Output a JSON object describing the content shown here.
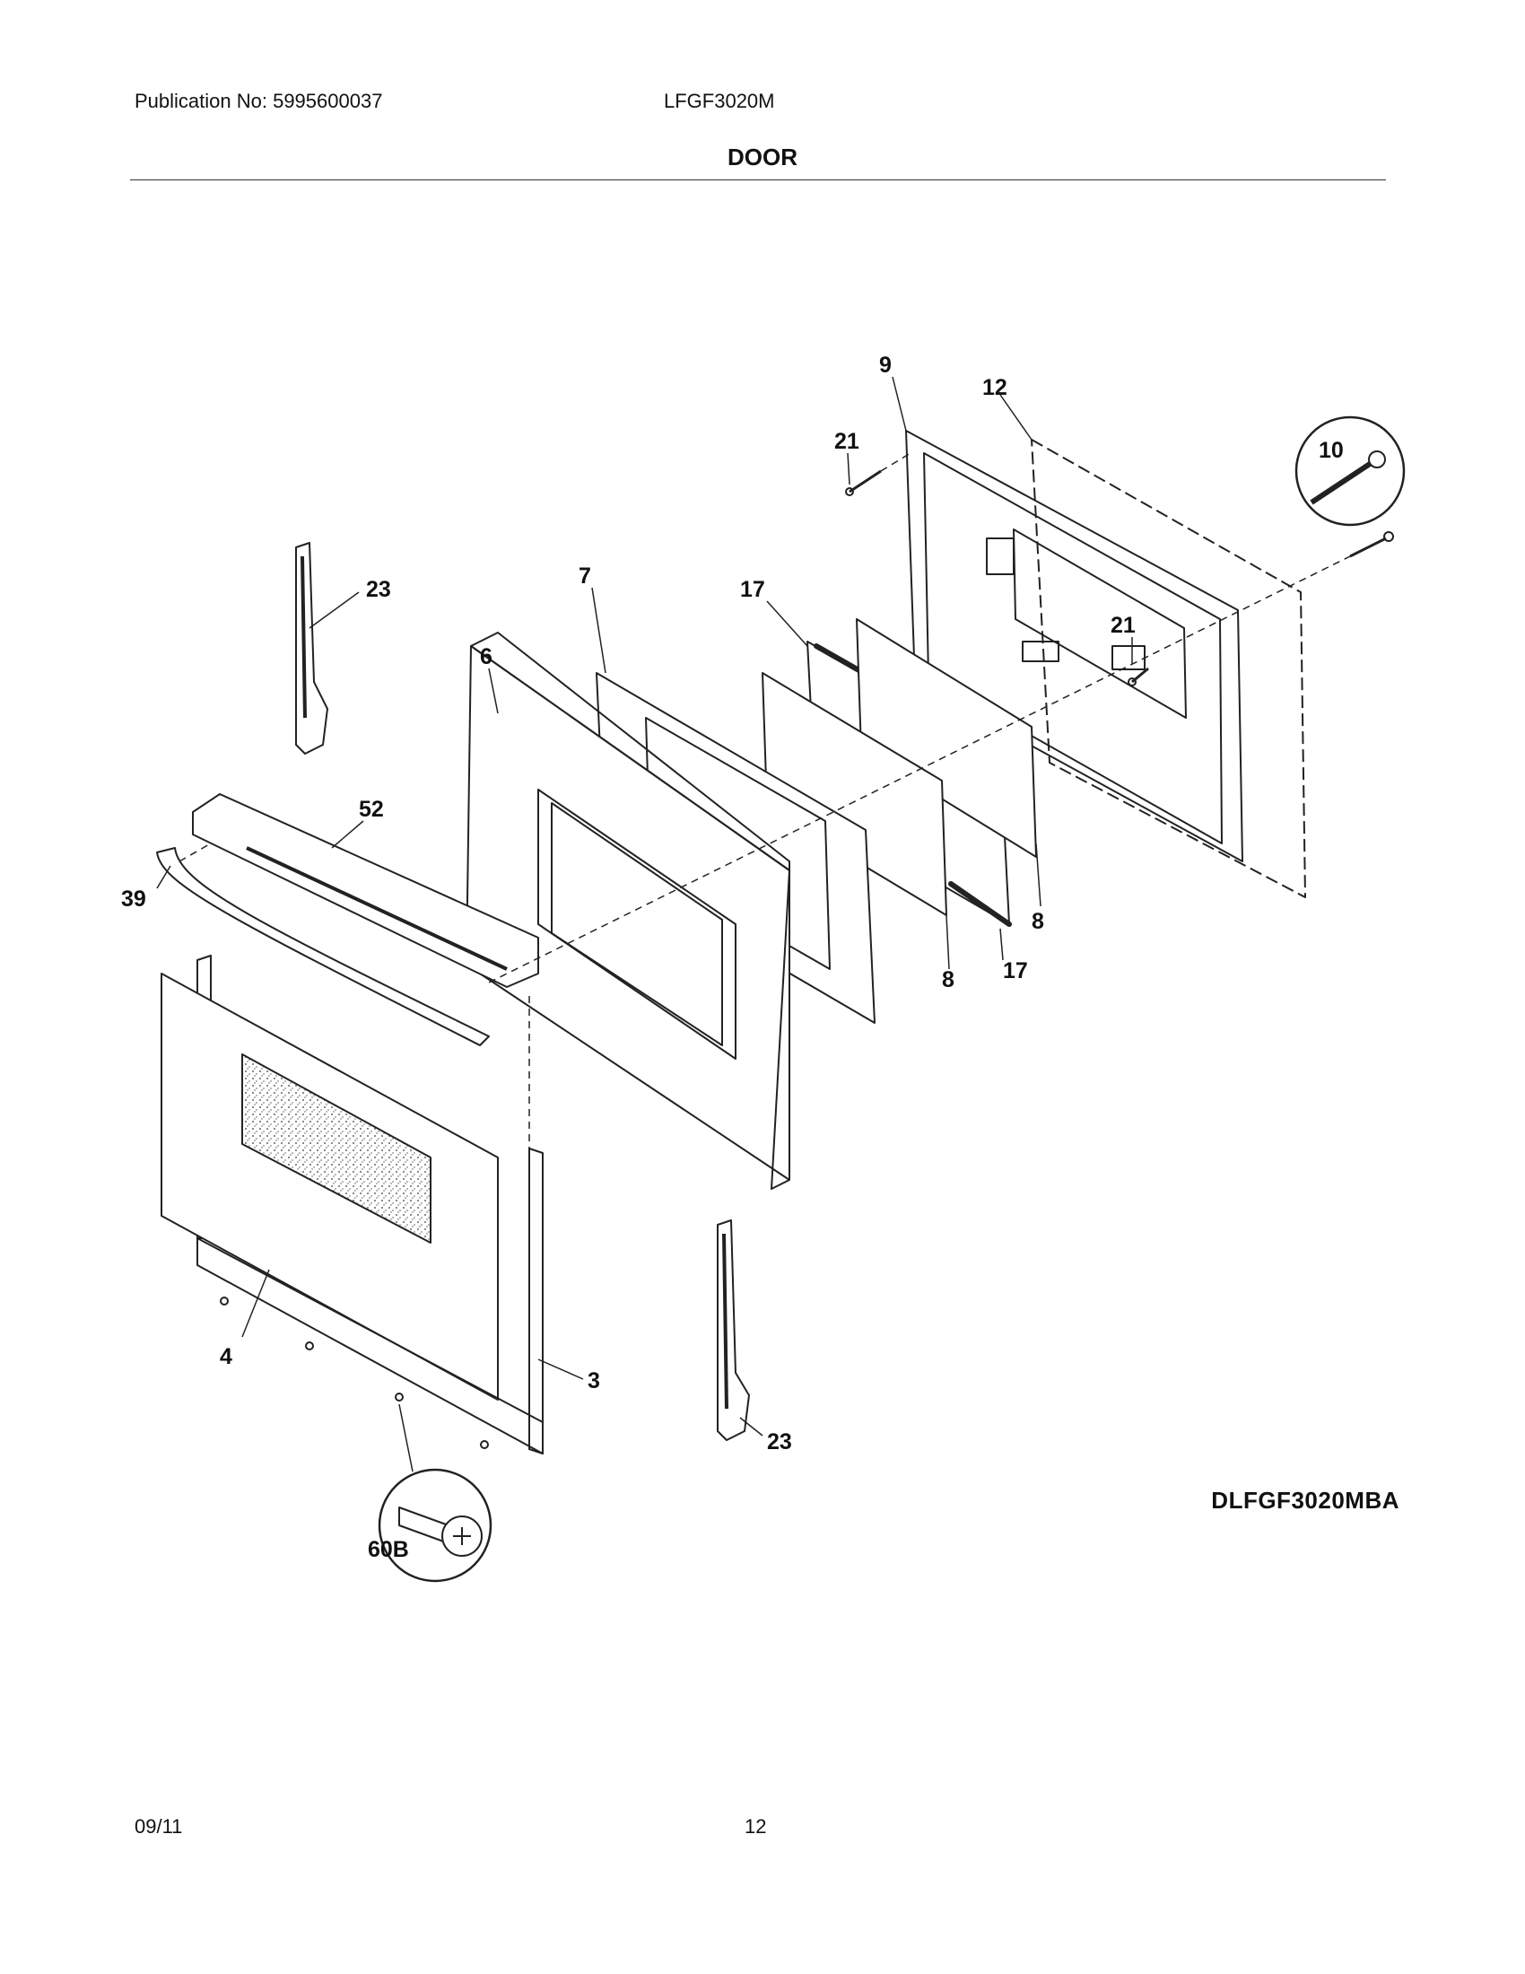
{
  "header": {
    "publication": "Publication No: 5995600037",
    "model": "LFGF3020M"
  },
  "title": "DOOR",
  "diagram_code": "DLFGF3020MBA",
  "callouts": {
    "c9": "9",
    "c12": "12",
    "c21a": "21",
    "c10": "10",
    "c23a": "23",
    "c7": "7",
    "c17a": "17",
    "c21b": "21",
    "c6": "6",
    "c52": "52",
    "c39": "39",
    "c8a": "8",
    "c17b": "17",
    "c8b": "8",
    "c4": "4",
    "c3": "3",
    "c23b": "23",
    "c60b": "60B"
  },
  "footer": {
    "date": "09/11",
    "page": "12"
  }
}
